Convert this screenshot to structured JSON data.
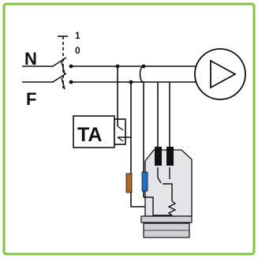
{
  "colors": {
    "frame": "#7fc241",
    "wire": "#111111",
    "motor_body": "#e3e5e8",
    "motor_base": "#cdd0d4",
    "wire_brown": "#b06a2a",
    "wire_blue": "#1f6fcf"
  },
  "labels": {
    "neutral": "N",
    "phase": "F",
    "switch_pos_on": "1",
    "switch_pos_off": "0",
    "thermostat": "TA"
  },
  "icons": {
    "pump": "circle-with-triangle",
    "actuator": "valve-actuator"
  }
}
